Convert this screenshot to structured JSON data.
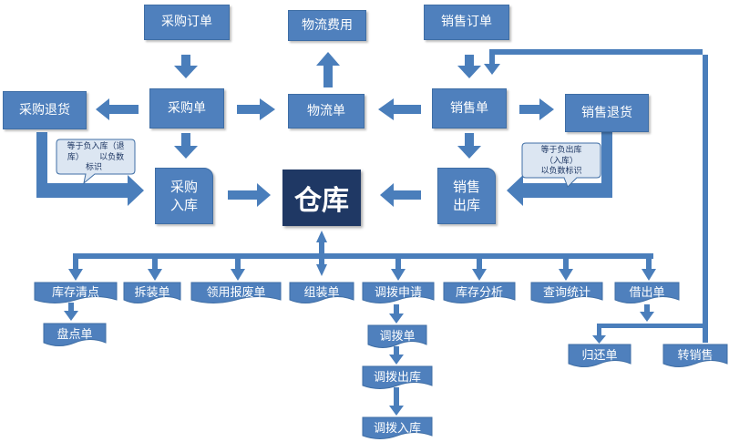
{
  "nodes": {
    "purchase_order": "采购订单",
    "logistics_cost": "物流费用",
    "sales_order": "销售订单",
    "purchase_return": "采购退货",
    "purchase_doc": "采购单",
    "logistics_doc": "物流单",
    "sales_doc": "销售单",
    "sales_return": "销售退货",
    "purchase_in_1": "采购",
    "purchase_in_2": "入库",
    "warehouse": "仓库",
    "sales_out_1": "销售",
    "sales_out_2": "出库"
  },
  "callouts": {
    "left_line1": "等于负入库（退",
    "left_line2": "库）      以负数",
    "left_line3": "标识",
    "right_line1": "等于负出库",
    "right_line2": "（入库）",
    "right_line3": "以负数标识"
  },
  "docs": {
    "stocktake_clear": "库存清点",
    "disassembly": "拆装单",
    "requisition_scrap": "领用报废单",
    "assembly": "组装单",
    "transfer_request": "调拨申请",
    "inventory_analysis": "库存分析",
    "query_stats": "查询统计",
    "lend_out": "借出单",
    "stocktake": "盘点单",
    "transfer_doc": "调拨单",
    "transfer_out": "调拨出库",
    "transfer_in": "调拨入库",
    "return_doc": "归还单",
    "transfer_sale": "转销售"
  },
  "colors": {
    "box": "#4f80bd",
    "box_border": "#3f6ea5",
    "arrow": "#4a7ebb",
    "center": "#1f3864",
    "callout_fill": "#dce6f2"
  }
}
